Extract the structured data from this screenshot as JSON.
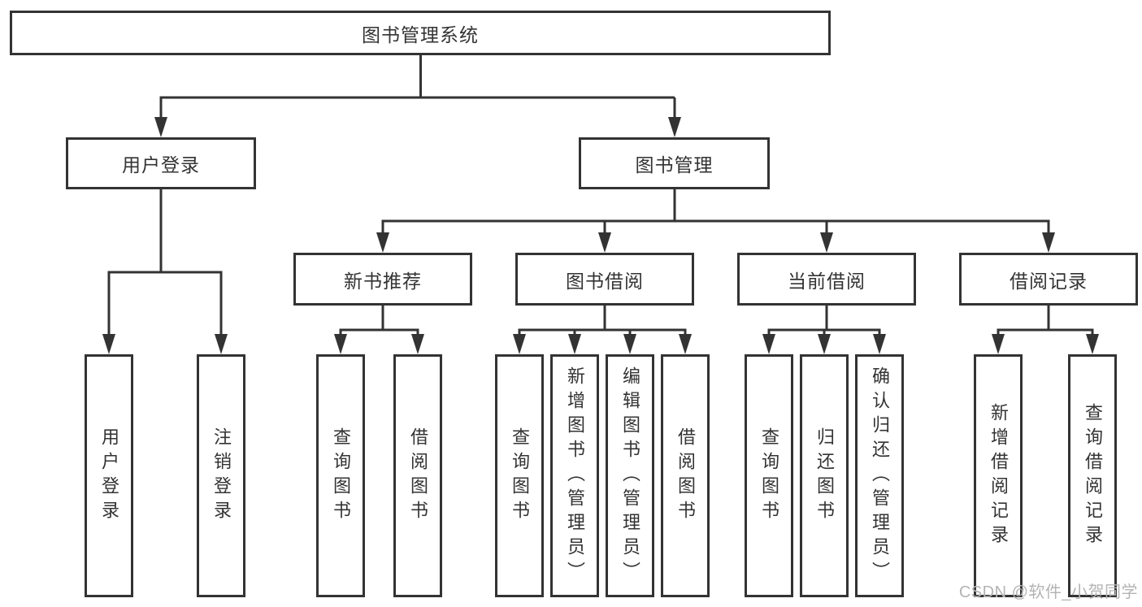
{
  "tree": {
    "root": {
      "label": "图书管理系统"
    },
    "branches": [
      {
        "label": "用户登录",
        "children": [
          {
            "label": "用户登录"
          },
          {
            "label": "注销登录"
          }
        ]
      },
      {
        "label": "图书管理",
        "children": [
          {
            "label": "新书推荐",
            "children": [
              {
                "label": "查询图书"
              },
              {
                "label": "借阅图书"
              }
            ]
          },
          {
            "label": "图书借阅",
            "children": [
              {
                "label": "查询图书"
              },
              {
                "label": "新增图书（管理员）"
              },
              {
                "label": "编辑图书（管理员）"
              },
              {
                "label": "借阅图书"
              }
            ]
          },
          {
            "label": "当前借阅",
            "children": [
              {
                "label": "查询图书"
              },
              {
                "label": "归还图书"
              },
              {
                "label": "确认归还（管理员）"
              }
            ]
          },
          {
            "label": "借阅记录",
            "children": [
              {
                "label": "新增借阅记录"
              },
              {
                "label": "查询借阅记录"
              }
            ]
          }
        ]
      }
    ]
  },
  "watermark": "CSDN @软件_小贺同学",
  "colors": {
    "line": "#333333",
    "text": "#333333",
    "background": "#ffffff",
    "watermark_text": "#b4b4b4"
  }
}
